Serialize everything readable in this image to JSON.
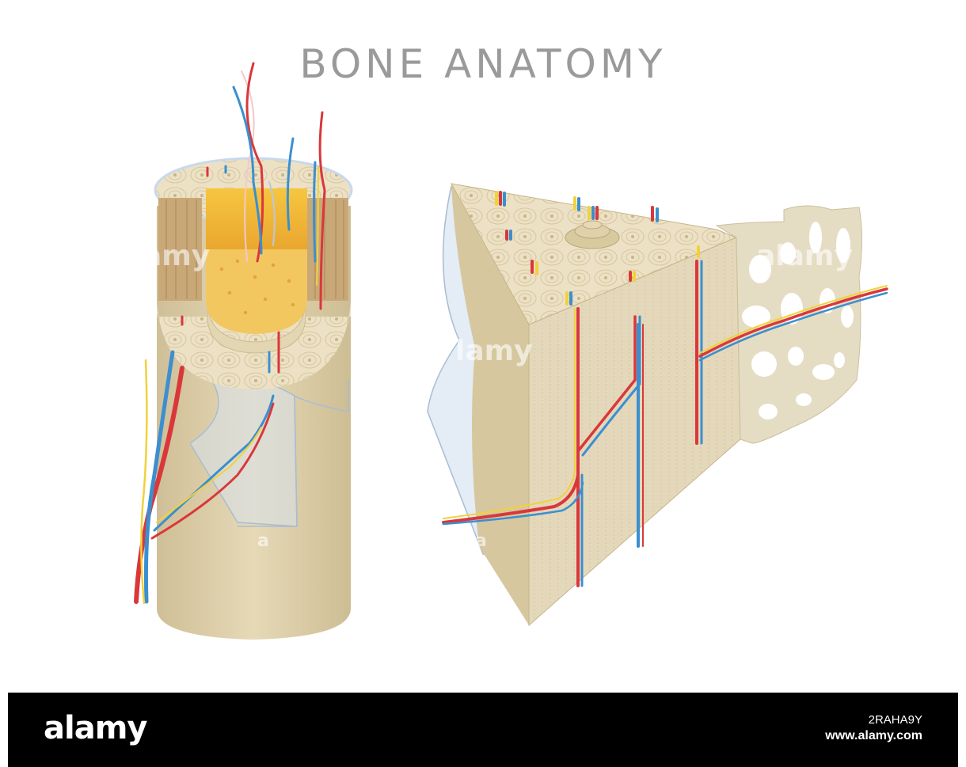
{
  "title": "BONE ANATOMY",
  "watermark": {
    "text": "alamy",
    "image_id": "2RAHA9Y",
    "site": "www.alamy.com"
  },
  "colors": {
    "bone": "#e0d3b0",
    "bone_light": "#ece2c6",
    "marrow": "#f1b93f",
    "artery": "#d9383a",
    "vein": "#3b8fd0",
    "nerve": "#f1d23a",
    "periosteum": "#c9d9ec"
  },
  "illustrations": [
    {
      "id": "long-bone-cross-section"
    },
    {
      "id": "compact-spongy-bone-wedge"
    }
  ]
}
